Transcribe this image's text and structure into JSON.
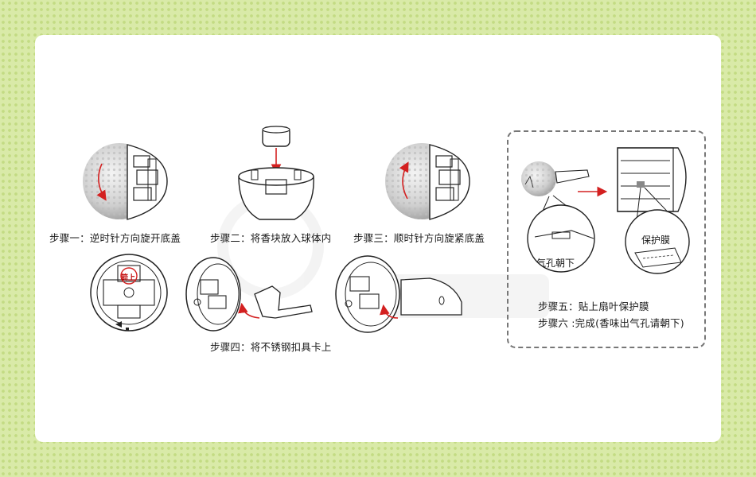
{
  "steps": {
    "step1": "步骤一：逆时针方向旋开底盖",
    "step2": "步骤二：将香块放入球体内",
    "step3": "步骤三：顺时针方向旋紧底盖",
    "step4": "步骤四：将不锈钢扣具卡上",
    "step5": "步骤五：贴上扇叶保护膜",
    "step6": "步骤六 :完成(香味出气孔请朝下)"
  },
  "callouts": {
    "air_hole": "气孔朝下",
    "protective_film": "保护膜",
    "cap_tag": "箭上"
  },
  "colors": {
    "background": "#d9eaa8",
    "card": "#ffffff",
    "arrow": "#d32020",
    "outline": "#222222",
    "dashed_border": "#777777"
  }
}
